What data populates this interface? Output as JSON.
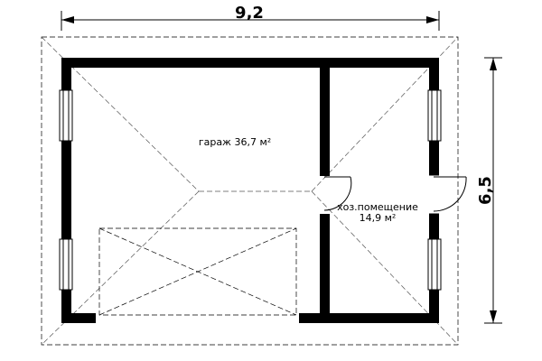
{
  "dimensions": {
    "width_label": "9,2",
    "height_label": "6,5"
  },
  "rooms": [
    {
      "name": "гараж 36,7 м²"
    },
    {
      "name": "хоз.помещение",
      "area": "14,9 м²"
    }
  ]
}
